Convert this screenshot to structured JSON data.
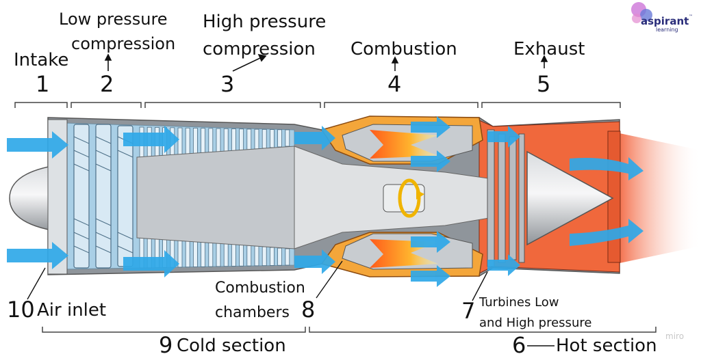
{
  "logo": {
    "brand": "aspirant",
    "sub": "learning",
    "tm": "™"
  },
  "watermark": "miro",
  "sections": {
    "intake": {
      "number": "1",
      "label": "Intake"
    },
    "low_pressure": {
      "number": "2",
      "label_line1": "Low pressure",
      "label_line2": "compression"
    },
    "high_pressure": {
      "number": "3",
      "label_line1": "High pressure",
      "label_line2": "compression"
    },
    "combustion": {
      "number": "4",
      "label": "Combustion"
    },
    "exhaust": {
      "number": "5",
      "label": "Exhaust"
    }
  },
  "callouts": {
    "hot_section": {
      "number": "6",
      "label": "Hot section"
    },
    "turbines": {
      "number": "7",
      "label_line1": "Turbines Low",
      "label_line2": "and High pressure"
    },
    "combustion_chambers": {
      "number": "8",
      "label_line1": "Combustion",
      "label_line2": "chambers"
    },
    "cold_section": {
      "number": "9",
      "label": "Cold section"
    },
    "air_inlet": {
      "number": "10",
      "label": "Air inlet"
    }
  },
  "colors": {
    "arrow_blue": "#2fa8e8",
    "casing_gray": "#9ea3a8",
    "compressor_blue": "#a9cfe6",
    "hot_orange": "#f0683c",
    "flame_yellow": "#ffb52e"
  }
}
